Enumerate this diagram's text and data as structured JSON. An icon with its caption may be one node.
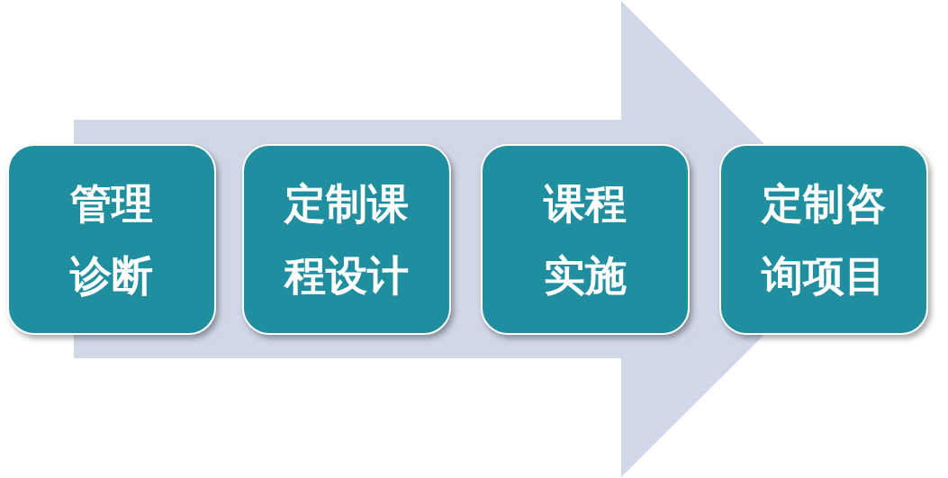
{
  "diagram": {
    "nodes": [
      {
        "text": [
          "管理诊断"
        ]
      },
      {
        "text": [
          "定制课程设计"
        ]
      },
      {
        "text": [
          "课程实施"
        ]
      },
      {
        "text": [
          "定制咨询项目"
        ]
      }
    ],
    "edges": [
      {
        "from": 0,
        "to": 3,
        "arrow": "to"
      }
    ]
  }
}
